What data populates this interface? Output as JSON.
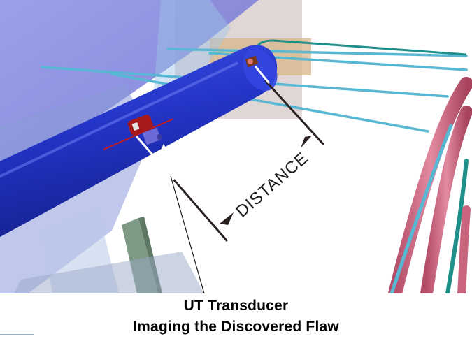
{
  "diagram": {
    "distance_label": "DISTANCE",
    "caption_line1": "UT Transducer",
    "caption_line2": "Imaging the Discovered Flaw"
  },
  "colors": {
    "vessel_blue": "#2a3bd0",
    "vessel_dark": "#1a2296",
    "piping_cyan": "#58b8d4",
    "piping_teal": "#1f8f8a",
    "piping_pink": "#c9667e",
    "shield_purple": "#7d7fd8",
    "support_green": "#7f9a84",
    "transducer_red": "#a81a1a"
  }
}
